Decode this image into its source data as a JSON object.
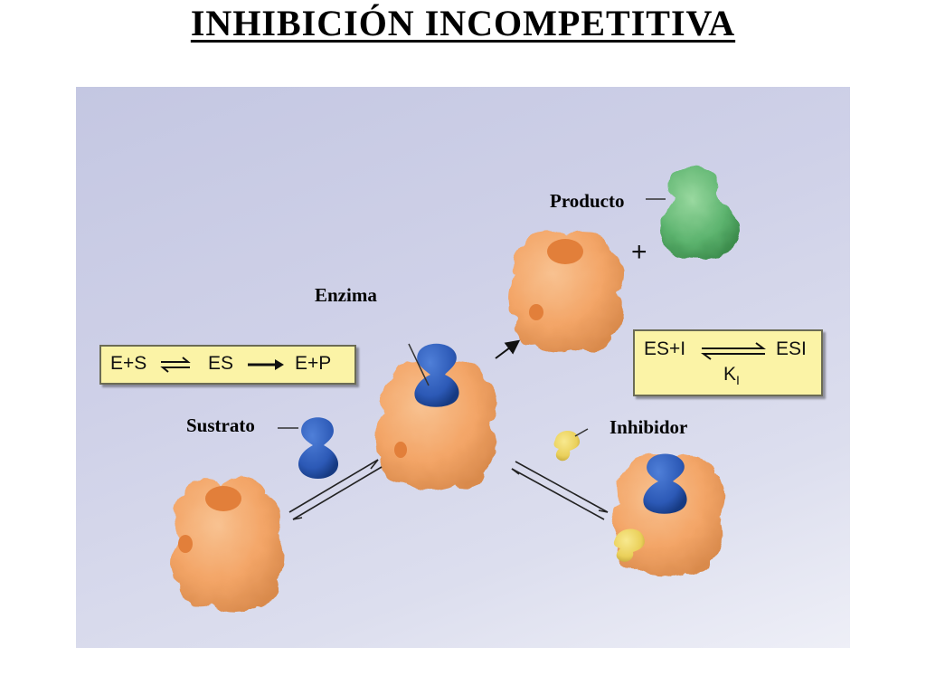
{
  "title": "INHIBICIÓN INCOMPETITIVA",
  "labels": {
    "producto": "Producto",
    "enzima": "Enzima",
    "sustrato": "Sustrato",
    "inhibidor": "Inhibidor",
    "plus": "+"
  },
  "equation_left": {
    "reactants": "E+S",
    "intermediate": "ES",
    "products": "E+P"
  },
  "equation_right": {
    "reactants": "ES+I",
    "product": "ESI",
    "constant": "K",
    "constant_sub": "I"
  },
  "colors": {
    "enzyme": "#f3a567",
    "enzyme_site": "#e27f3a",
    "substrate": "#2c59b6",
    "product": "#5cb36e",
    "inhibitor": "#ead05a",
    "equation_box": "#fbf3a6"
  }
}
